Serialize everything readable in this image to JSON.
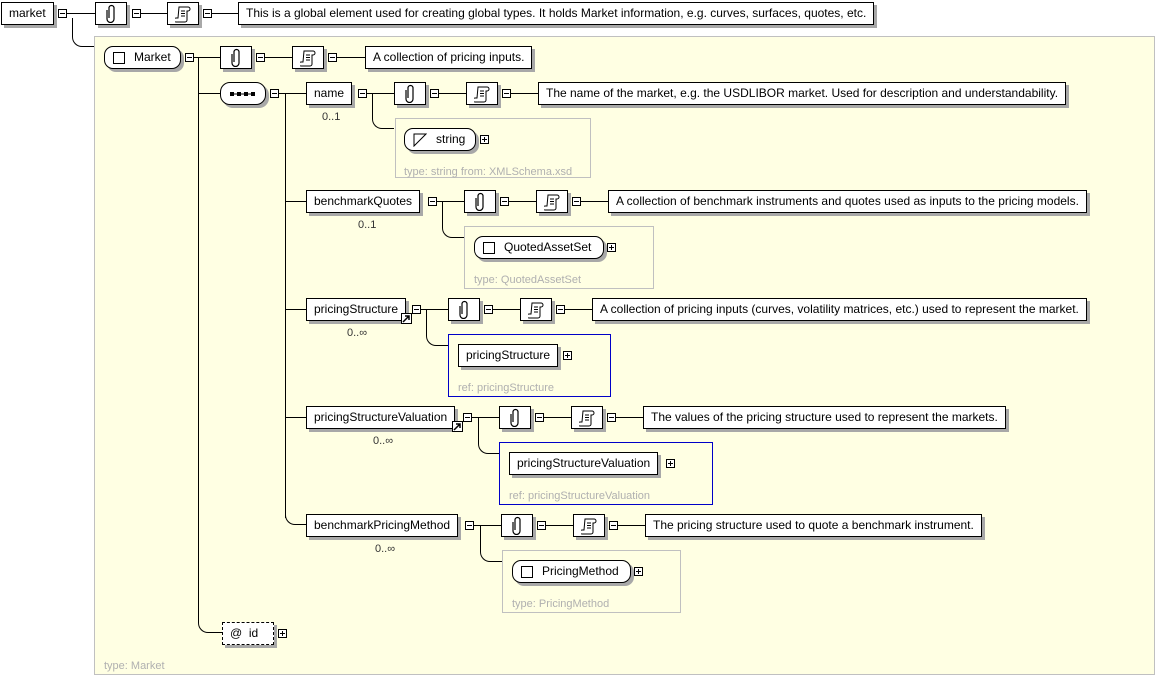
{
  "root": {
    "name": "market",
    "doc": "This is a global element used for creating global types. It holds Market information, e.g. curves, surfaces, quotes, etc."
  },
  "type_box": {
    "label": "type: Market"
  },
  "complex_type": {
    "name": "Market",
    "doc": "A collection of pricing inputs."
  },
  "sequence": {
    "icon": "sequence-icon"
  },
  "elements": [
    {
      "name": "name",
      "cardinality": "0..1",
      "doc": "The name of the market, e.g. the USDLIBOR market. Used for description and understandability.",
      "child": {
        "name": "string",
        "kind": "simple-type",
        "label": "type: string from: XMLSchema.xsd"
      }
    },
    {
      "name": "benchmarkQuotes",
      "cardinality": "0..1",
      "doc": "A collection of benchmark instruments and quotes used as inputs to the pricing models.",
      "child": {
        "name": "QuotedAssetSet",
        "kind": "complex-type",
        "label": "type: QuotedAssetSet"
      }
    },
    {
      "name": "pricingStructure",
      "cardinality": "0..∞",
      "doc": "A collection of pricing inputs (curves, volatility matrices, etc.) used to represent the market.",
      "child": {
        "name": "pricingStructure",
        "kind": "ref",
        "label": "ref: pricingStructure"
      }
    },
    {
      "name": "pricingStructureValuation",
      "cardinality": "0..∞",
      "doc": "The values of the pricing structure used to represent the markets.",
      "child": {
        "name": "pricingStructureValuation",
        "kind": "ref",
        "label": "ref: pricingStructureValuation"
      }
    },
    {
      "name": "benchmarkPricingMethod",
      "cardinality": "0..∞",
      "doc": "The pricing structure used to quote a benchmark instrument.",
      "child": {
        "name": "PricingMethod",
        "kind": "complex-type",
        "label": "type: PricingMethod"
      }
    }
  ],
  "attribute": {
    "at": "@",
    "name": "id"
  }
}
